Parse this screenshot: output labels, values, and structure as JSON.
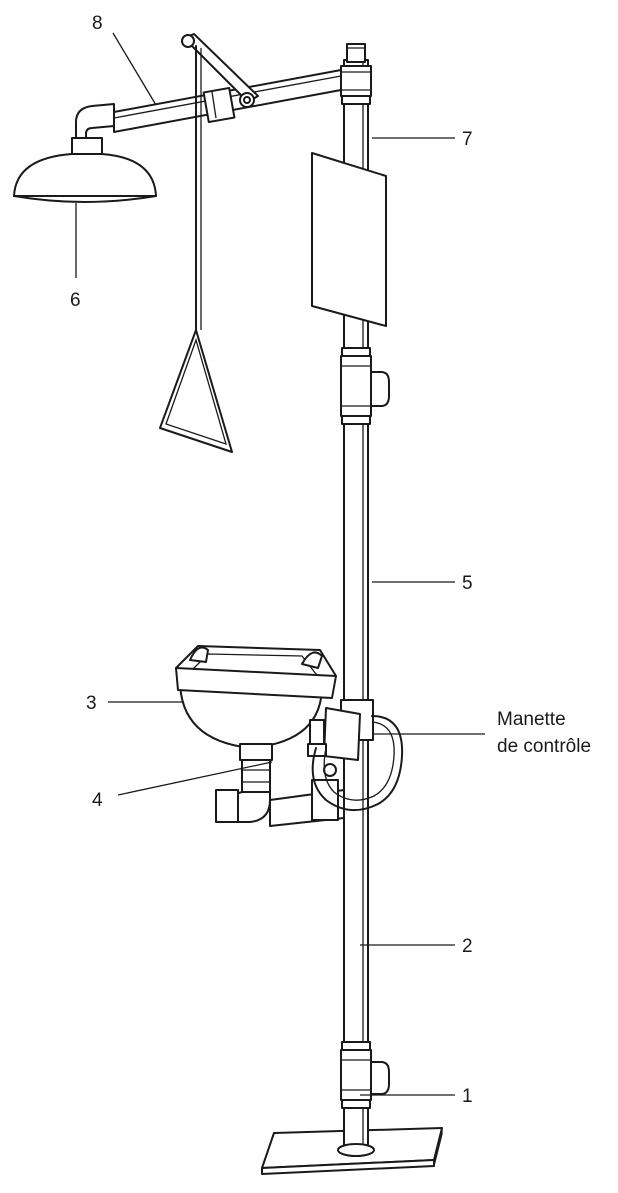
{
  "labels": {
    "l1": "1",
    "l2": "2",
    "l3": "3",
    "l4": "4",
    "l5": "5",
    "l6": "6",
    "l7": "7",
    "l8": "8",
    "control_line1": "Manette",
    "control_line2": "de contrôle"
  }
}
